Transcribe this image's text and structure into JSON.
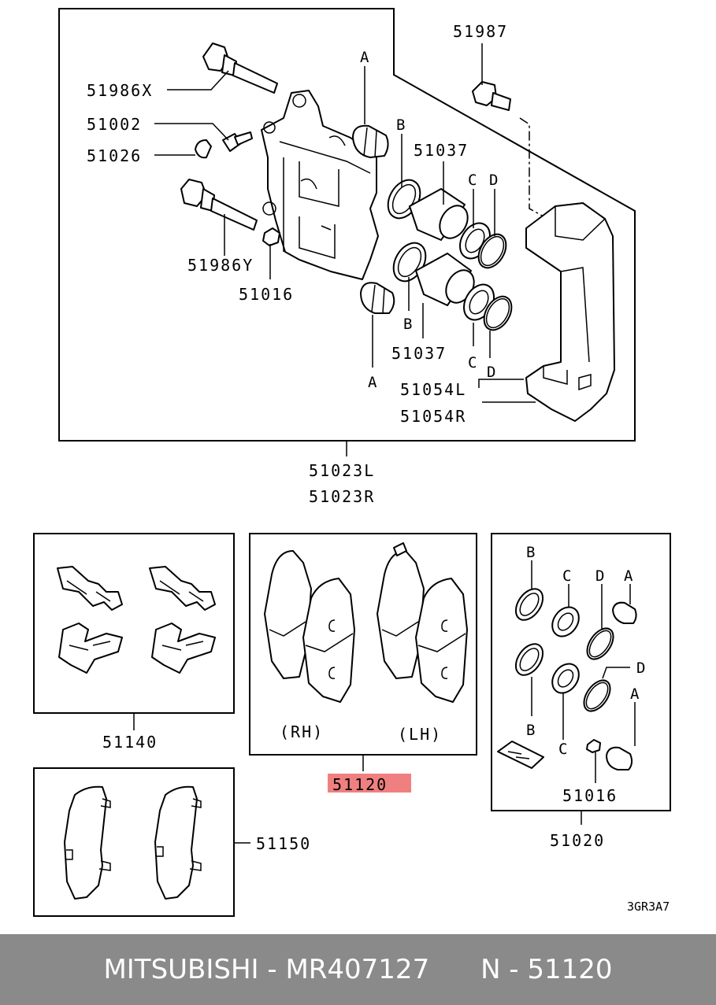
{
  "labels": {
    "p51987": "51987",
    "p51986x": "51986X",
    "p51002": "51002",
    "p51026": "51026",
    "p51986y": "51986Y",
    "p51016_top": "51016",
    "p51037_a": "51037",
    "p51037_b": "51037",
    "p51054l": "51054L",
    "p51054r": "51054R",
    "p51023l": "51023L",
    "p51023r": "51023R",
    "p51140": "51140",
    "p51120": "51120",
    "p51150": "51150",
    "p51020": "51020",
    "p51016_kit": "51016",
    "rh": "(RH)",
    "lh": "(LH)",
    "letter_a": "A",
    "letter_b": "B",
    "letter_c": "C",
    "letter_d": "D",
    "diagram_code": "3GR3A7"
  },
  "colors": {
    "highlight": "#f08080",
    "footer_bg": "#8a8a8a",
    "footer_text": "#ffffff"
  },
  "footer": {
    "left": "MITSUBISHI - MR407127",
    "right": "N - 51120"
  }
}
